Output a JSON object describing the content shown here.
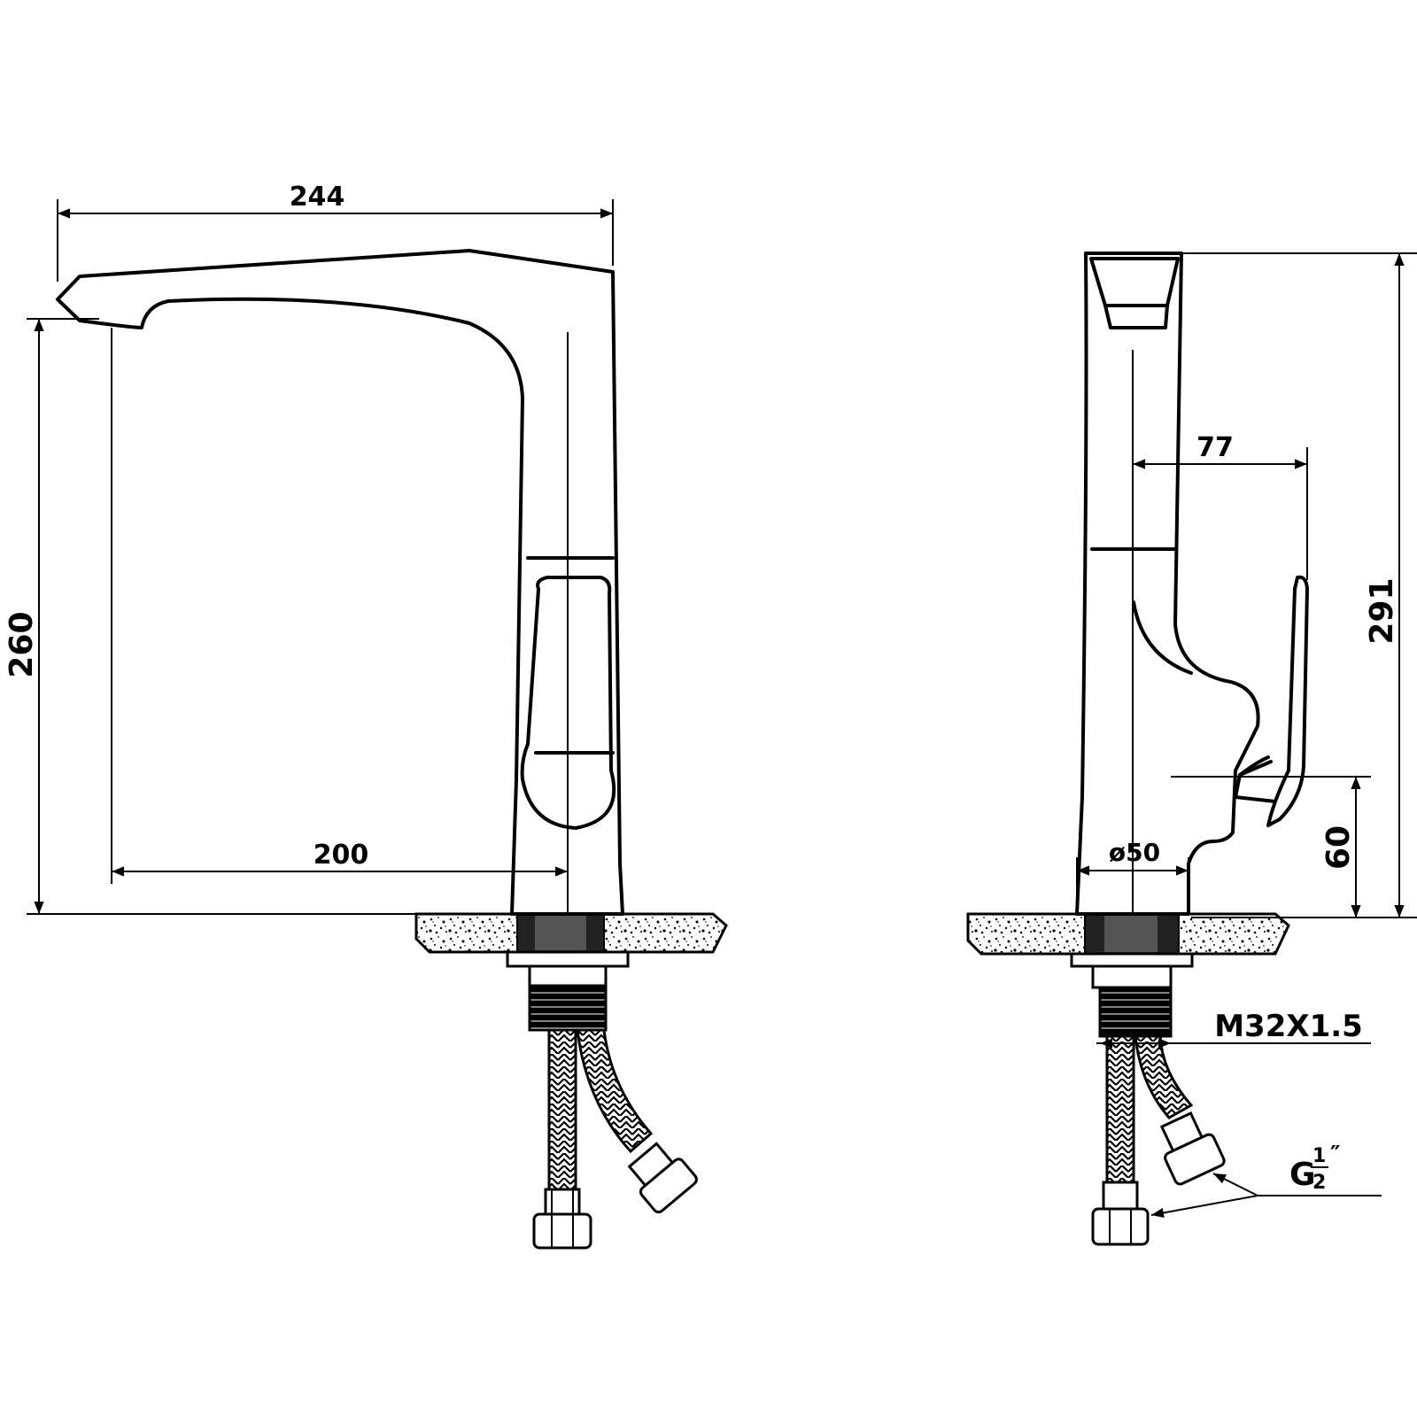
{
  "dimensions": {
    "spout_length": "244",
    "spout_height": "260",
    "spout_reach": "200",
    "total_height": "291",
    "handle_offset": "77",
    "handle_height": "60",
    "base_diameter": "ø50",
    "thread_size": "M32X1.5",
    "connector_label": "G",
    "connector_numerator": "1",
    "connector_denominator": "2",
    "connector_unit": "″"
  }
}
